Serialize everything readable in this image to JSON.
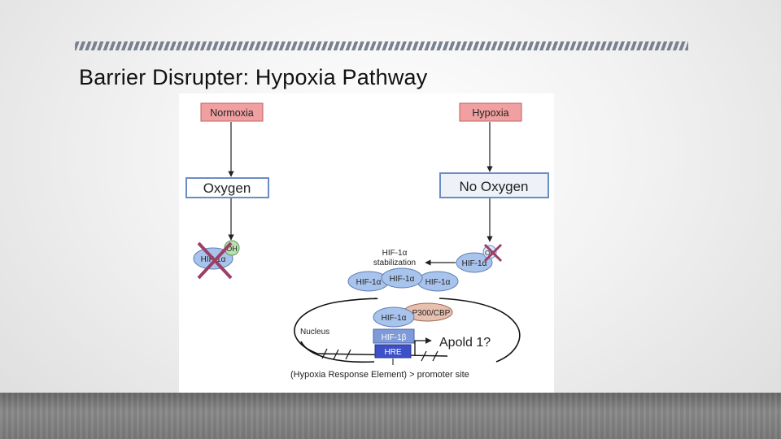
{
  "slide": {
    "title": "Barrier Disrupter: Hypoxia Pathway"
  },
  "diagram": {
    "normoxia_label": "Normoxia",
    "hypoxia_label": "Hypoxia",
    "oxygen_label": "Oxygen",
    "no_oxygen_label": "No Oxygen",
    "oh_left": "OH",
    "hif_left": "HIF-1α",
    "oh_right": "OH",
    "hif_right": "HIF-1α",
    "stabilization_line1": "HIF-1α",
    "stabilization_line2": "stabilization",
    "hif_cluster_left": "HIF-1α",
    "hif_cluster_mid": "HIF-1α",
    "hif_cluster_right": "HIF-1α",
    "nucleus_label": "Nucleus",
    "hif_alpha_nucleus": "HIF-1α",
    "p300_label": "P300/CBP",
    "hif_beta_label": "HIF-1β",
    "hre_label": "HRE",
    "apold_label": "Apold 1?",
    "caption": "(Hypoxia Response Element)  > promoter site",
    "colors": {
      "stimulus_fill": "#f0a0a0",
      "stimulus_border": "#c06060",
      "oxygen_border": "#6a8cc6",
      "hif_fill": "#a9c4ec",
      "hif_border": "#5d7fb3",
      "p300_fill": "#e8c0b0",
      "hif_beta_fill": "#7f9ad8",
      "hre_fill": "#3d50c8",
      "cross": "#9b3f67",
      "oh_fill": "#b8e0b0"
    }
  }
}
